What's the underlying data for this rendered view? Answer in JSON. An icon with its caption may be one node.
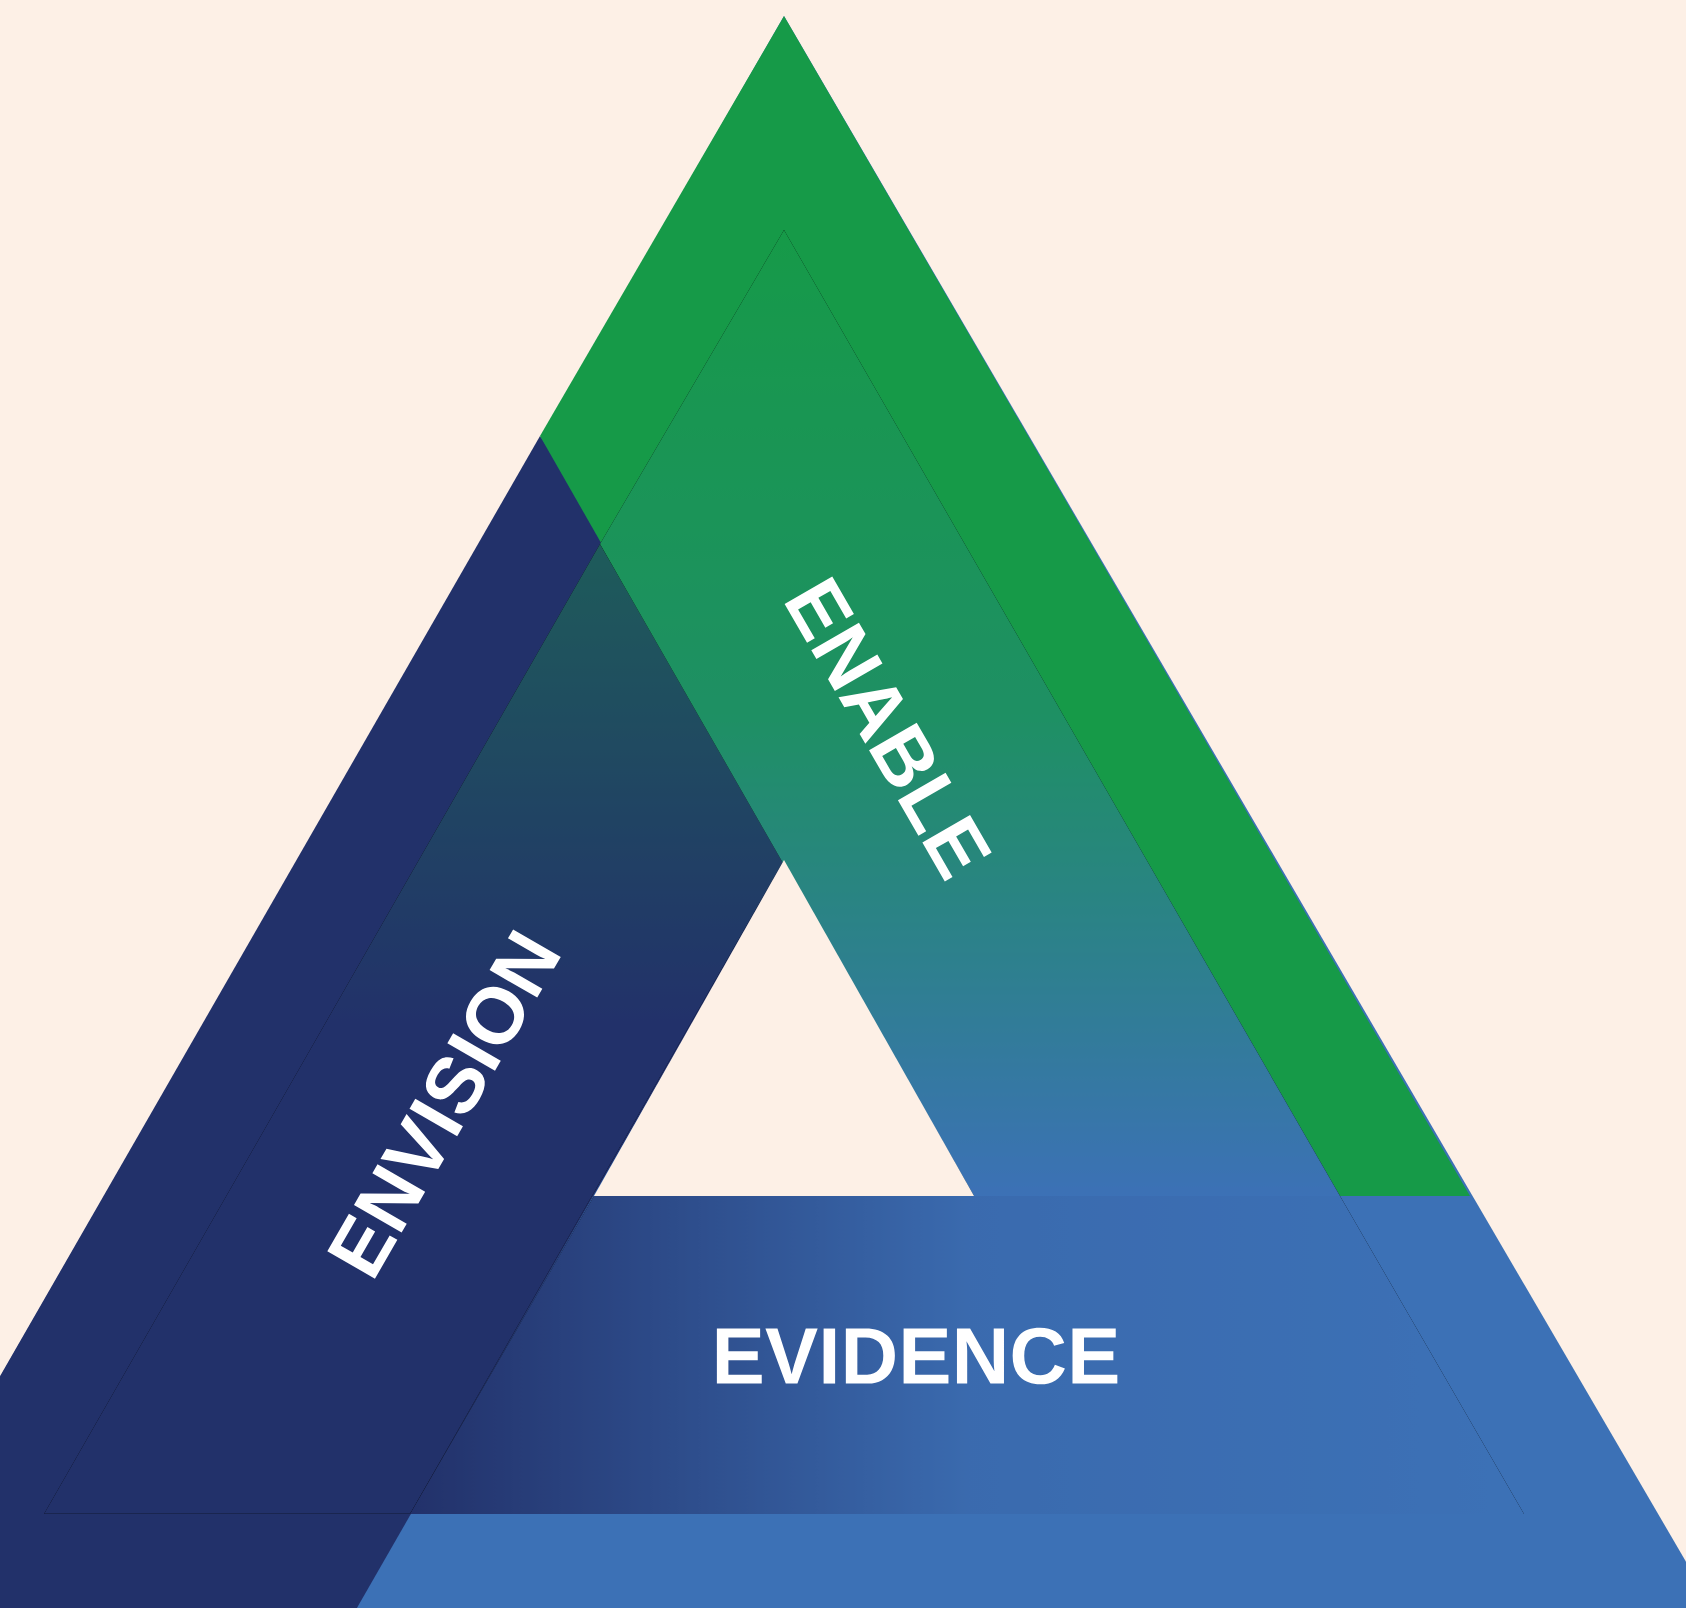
{
  "diagram": {
    "nodes": [
      {
        "text": [
          "ENABLE"
        ]
      },
      {
        "text": [
          "ENVISION"
        ]
      },
      {
        "text": [
          "EVIDENCE"
        ]
      }
    ]
  }
}
